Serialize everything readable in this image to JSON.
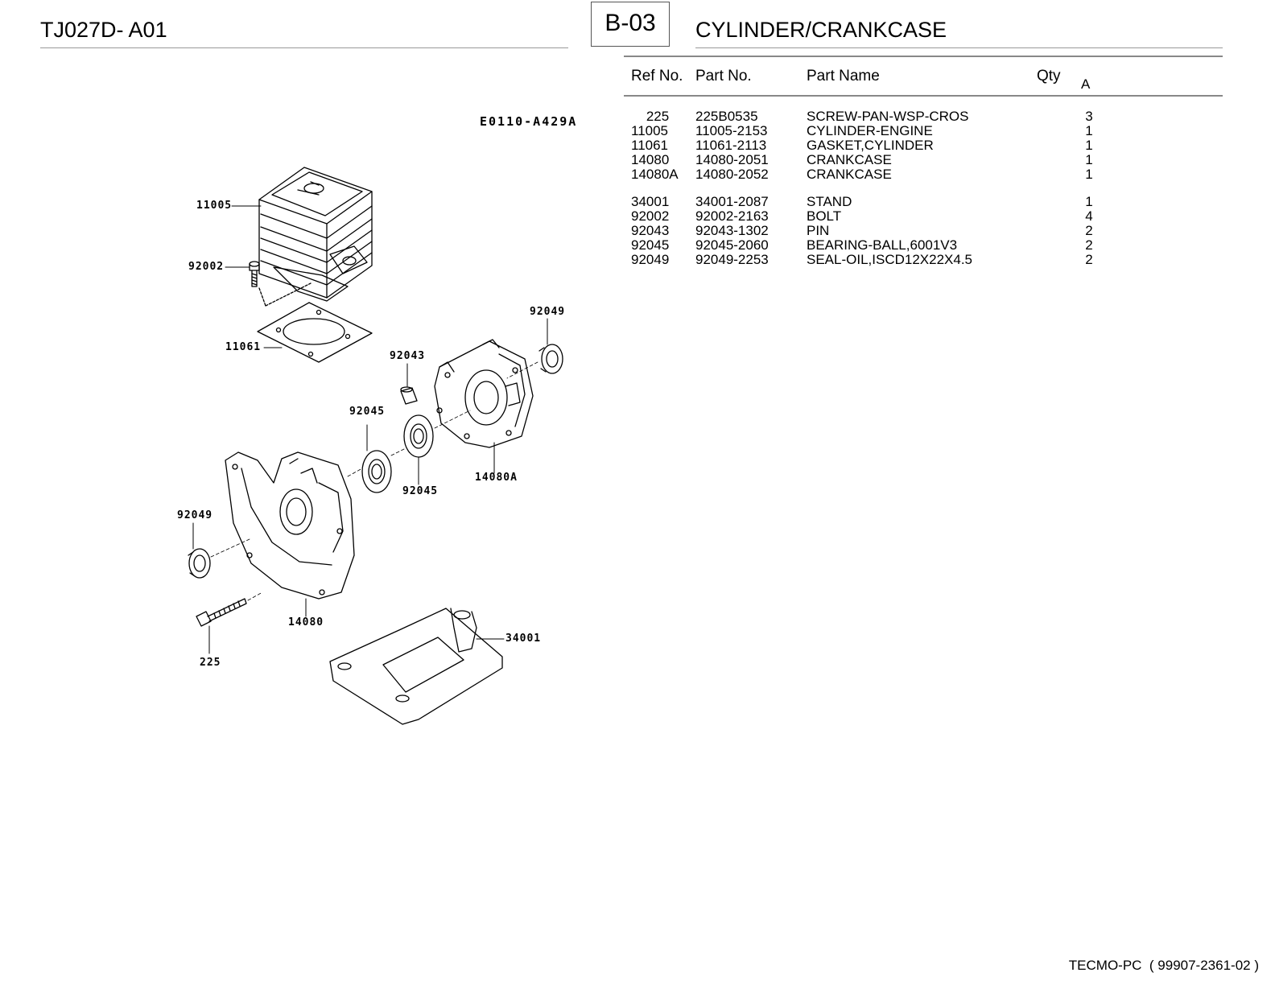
{
  "header": {
    "model": "TJ027D- A01",
    "section_code": "B-03",
    "section_title": "CYLINDER/CRANKCASE"
  },
  "table": {
    "columns": {
      "ref_no": "Ref No.",
      "part_no": "Part No.",
      "part_name": "Part Name",
      "qty": "Qty",
      "variant": "A"
    },
    "groups": [
      [
        {
          "ref": "225",
          "part": "225B0535",
          "name": "SCREW-PAN-WSP-CROS",
          "qty": "3"
        },
        {
          "ref": "11005",
          "part": "11005-2153",
          "name": "CYLINDER-ENGINE",
          "qty": "1"
        },
        {
          "ref": "11061",
          "part": "11061-2113",
          "name": "GASKET,CYLINDER",
          "qty": "1"
        },
        {
          "ref": "14080",
          "part": "14080-2051",
          "name": "CRANKCASE",
          "qty": "1"
        },
        {
          "ref": "14080A",
          "part": "14080-2052",
          "name": "CRANKCASE",
          "qty": "1"
        }
      ],
      [
        {
          "ref": "34001",
          "part": "34001-2087",
          "name": "STAND",
          "qty": "1"
        },
        {
          "ref": "92002",
          "part": "92002-2163",
          "name": "BOLT",
          "qty": "4"
        },
        {
          "ref": "92043",
          "part": "92043-1302",
          "name": "PIN",
          "qty": "2"
        },
        {
          "ref": "92045",
          "part": "92045-2060",
          "name": "BEARING-BALL,6001V3",
          "qty": "2"
        },
        {
          "ref": "92049",
          "part": "92049-2253",
          "name": "SEAL-OIL,ISCD12X22X4.5",
          "qty": "2"
        }
      ]
    ]
  },
  "diagram": {
    "code": "E0110-A429A",
    "callouts": {
      "c11005": "11005",
      "c92002": "92002",
      "c11061": "11061",
      "c92049a": "92049",
      "c92043": "92043",
      "c92045a": "92045",
      "c92045b": "92045",
      "c14080a": "14080A",
      "c92049b": "92049",
      "c14080": "14080",
      "c34001": "34001",
      "c225": "225"
    }
  },
  "footer": {
    "text": "TECMO-PC  ( 99907-2361-02 )"
  }
}
